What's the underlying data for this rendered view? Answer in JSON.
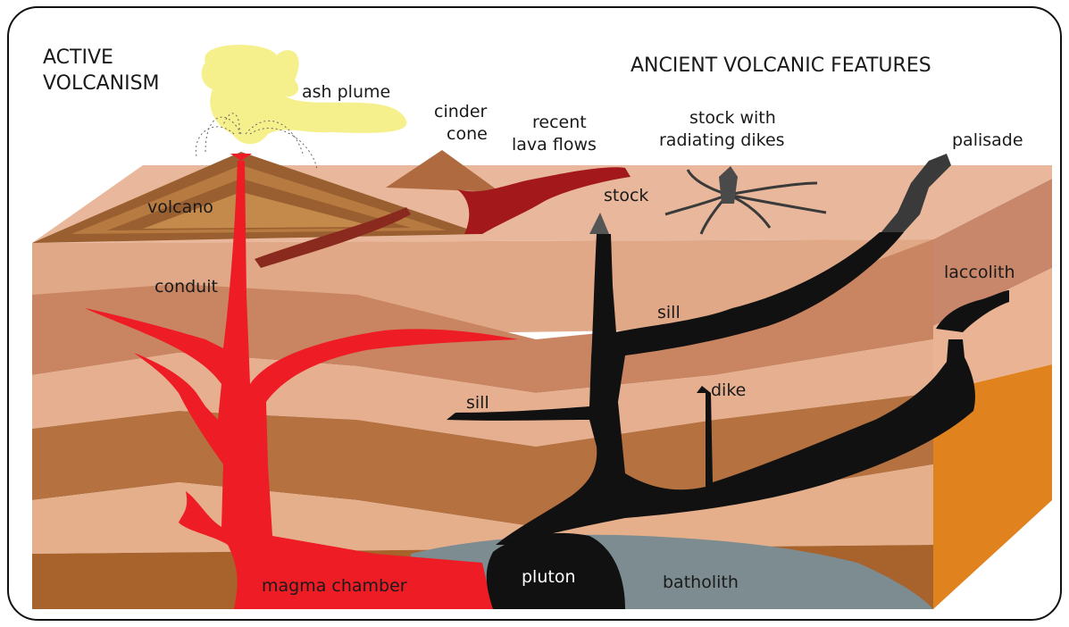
{
  "labels": {
    "active_volcanism_1": "ACTIVE",
    "active_volcanism_2": "VOLCANISM",
    "ancient_features": "ANCIENT VOLCANIC FEATURES",
    "ash_plume": "ash plume",
    "cinder_cone_1": "cinder",
    "cinder_cone_2": "cone",
    "recent_lava_1": "recent",
    "recent_lava_2": "lava flows",
    "stock_radiating_1": "stock with",
    "stock_radiating_2": "radiating dikes",
    "palisade": "palisade",
    "volcano": "volcano",
    "stock": "stock",
    "conduit": "conduit",
    "laccolith": "laccolith",
    "sill_upper": "sill",
    "sill_lower": "sill",
    "dike": "dike",
    "magma_chamber": "magma chamber",
    "pluton": "pluton",
    "batholith": "batholith"
  },
  "colors": {
    "surface": "#e8b69a",
    "layer_light": "#e0aa88",
    "layer_mid": "#c98a6a",
    "layer_dark": "#b06a3e",
    "side_face": "#c8866a",
    "side_orange": "#e08020",
    "magma": "#ee1c24",
    "intrusion": "#111111",
    "batholith": "#7c8c90",
    "ash": "#f6f08a",
    "lava": "#a01818"
  }
}
